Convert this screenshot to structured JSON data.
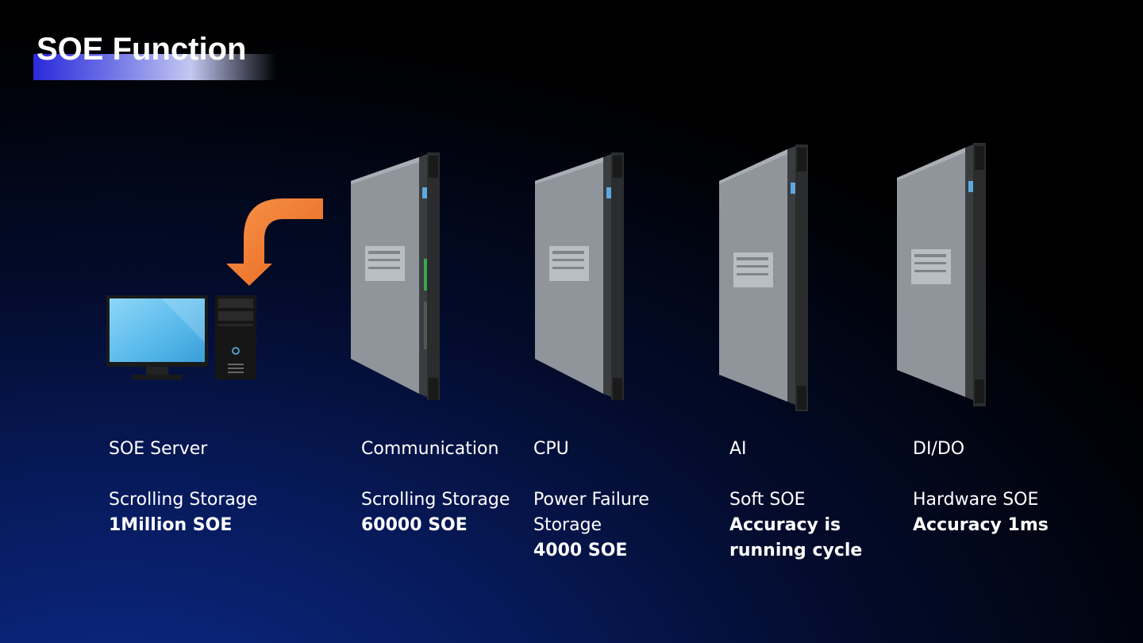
{
  "title": "SOE Function",
  "columns": [
    {
      "heading": "SOE Server",
      "line1": "Scrolling Storage",
      "line2": "1Million SOE",
      "line3": "",
      "device": "computer-icon"
    },
    {
      "heading": "Communication",
      "line1": "Scrolling Storage",
      "line2": "60000 SOE",
      "line3": "",
      "device": "communication-module"
    },
    {
      "heading": "CPU",
      "line1": "Power Failure",
      "line2": "Storage",
      "line3": "4000 SOE",
      "device": "cpu-module"
    },
    {
      "heading": "AI",
      "line1": "Soft SOE",
      "line2": "Accuracy is",
      "line3": "running cycle",
      "device": "ai-module"
    },
    {
      "heading": "DI/DO",
      "line1": "Hardware SOE",
      "line2": "Accuracy 1ms",
      "line3": "",
      "device": "dido-module"
    }
  ],
  "colors": {
    "accent_arrow": "#f0782a",
    "title_band": "#2a2ad8",
    "screen": "#6fc6f2"
  }
}
